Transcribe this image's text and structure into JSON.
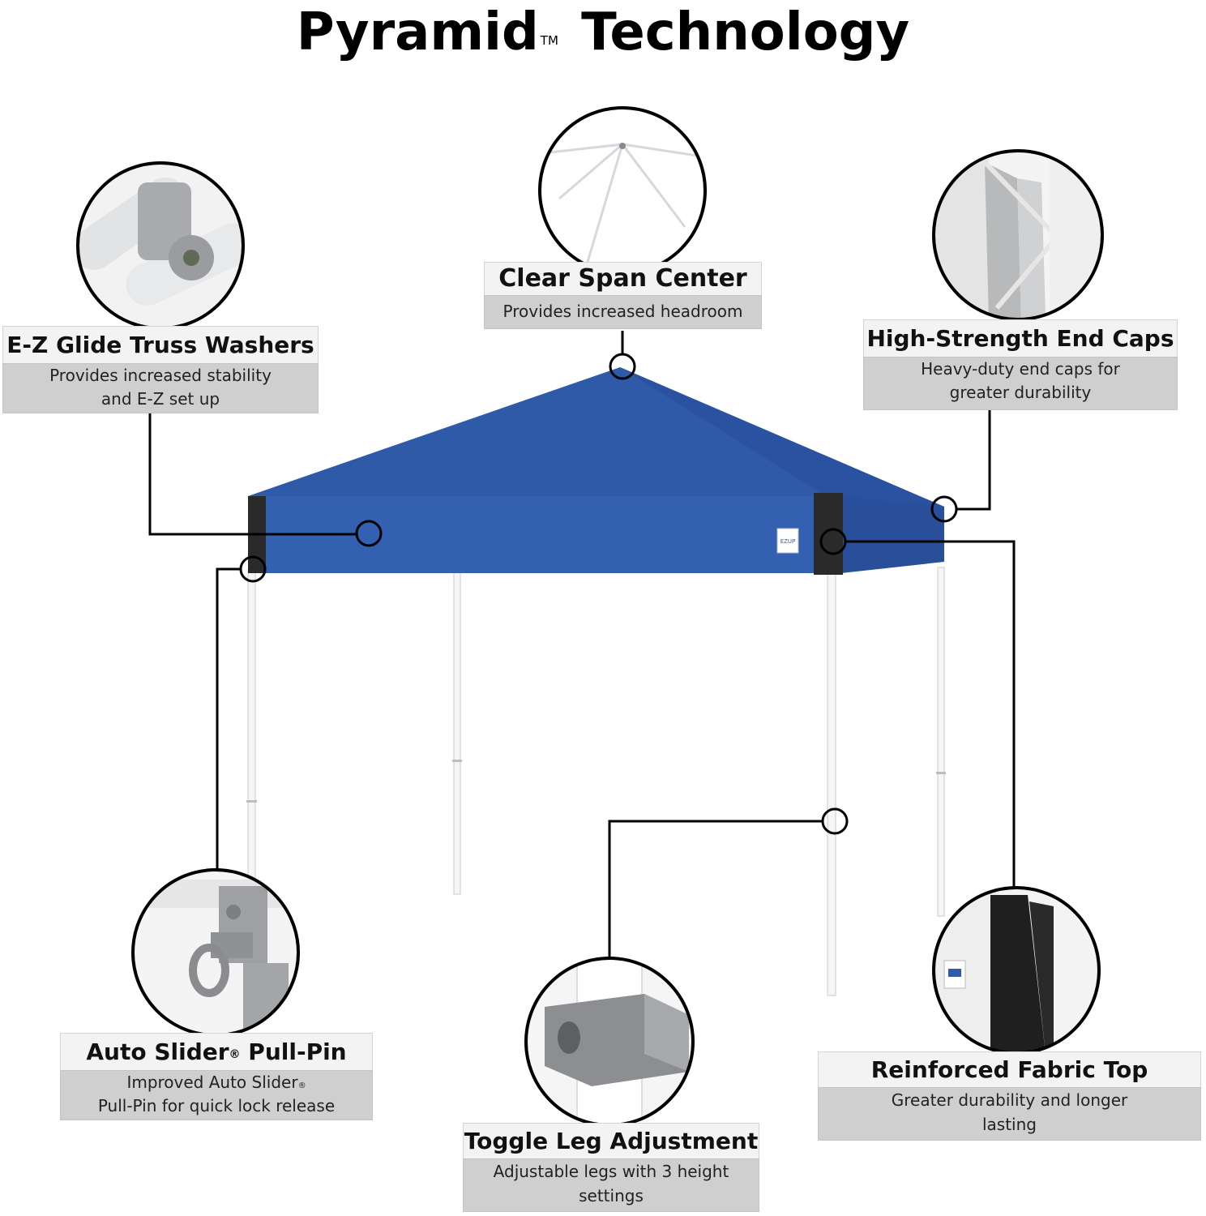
{
  "title": {
    "main": "Pyramid",
    "trademark": "TM",
    "rest": "Technology"
  },
  "features": {
    "clear_span": {
      "title": "Clear Span Center",
      "subtitle": "Provides increased headroom"
    },
    "truss_washers": {
      "title": "E-Z Glide Truss Washers",
      "subtitle": "Provides increased stability\nand E-Z set up"
    },
    "end_caps": {
      "title": "High-Strength End Caps",
      "subtitle": "Heavy-duty end caps for\ngreater durability"
    },
    "pull_pin": {
      "title_a": "Auto Slider",
      "title_reg": "®",
      "title_b": " Pull-Pin",
      "subtitle_a": "Improved Auto Slider",
      "subtitle_reg": "®",
      "subtitle_b": "\nPull-Pin for quick lock release"
    },
    "toggle_leg": {
      "title": "Toggle Leg Adjustment",
      "subtitle": "Adjustable legs with 3 height\nsettings"
    },
    "fabric_corners": {
      "title": "Reinforced Fabric Top Corners",
      "subtitle": "Greater durability and longer\nlasting"
    }
  },
  "canopy": {
    "color": "#2f5aa8",
    "brand_tag": "EZUP"
  },
  "colors": {
    "label_title_bg": "#f3f3f3",
    "label_subtitle_bg": "#cfcfcf",
    "leader_line": "#000000"
  }
}
